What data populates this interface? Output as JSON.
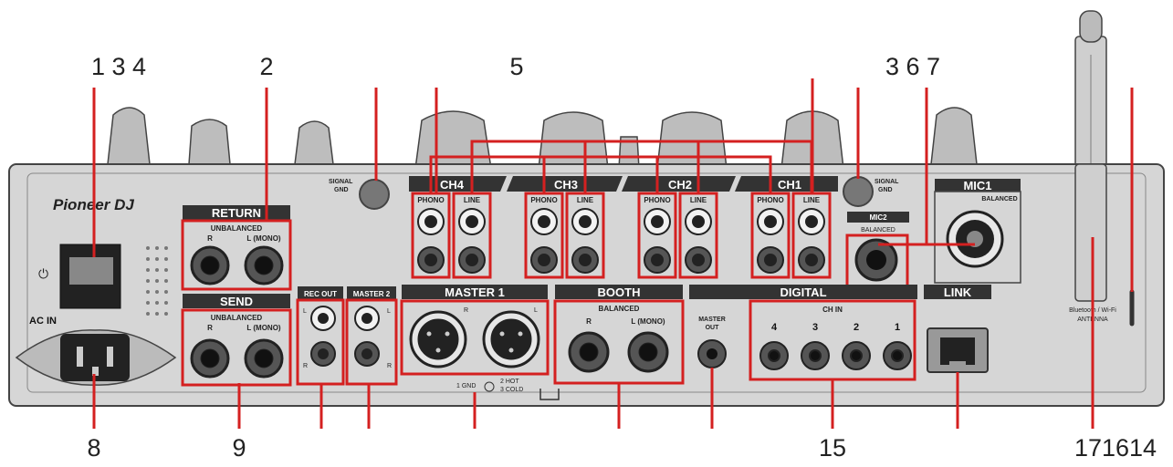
{
  "brand": "Pioneer DJ",
  "callouts_top": [
    "1 3 4",
    "2",
    "5",
    "3 6 7"
  ],
  "callouts_bottom": [
    "8",
    "9",
    "15",
    "171614"
  ],
  "signal_gnd": [
    "SIGNAL",
    "GND"
  ],
  "sections": {
    "return": "RETURN",
    "send": "SEND",
    "rec_out": "REC OUT",
    "master2": "MASTER 2",
    "master1": "MASTER 1",
    "booth": "BOOTH",
    "digital": "DIGITAL",
    "link": "LINK",
    "mic1": "MIC1",
    "mic2": "MIC2",
    "ac_in": "AC IN"
  },
  "channels": [
    "CH4",
    "CH3",
    "CH2",
    "CH1"
  ],
  "jack_labels": {
    "phono": "PHONO",
    "line": "LINE"
  },
  "unbalanced": "UNBALANCED",
  "balanced": "BALANCED",
  "ch_labels": {
    "r": "R",
    "l_mono": "L (MONO)",
    "l": "L"
  },
  "digital": {
    "master_out": [
      "MASTER",
      "OUT"
    ],
    "ch_in": "CH IN",
    "ch_numbers": [
      "4",
      "3",
      "2",
      "1"
    ]
  },
  "xlr_pins": [
    "1 GND",
    "2 HOT",
    "3 COLD"
  ],
  "antenna": [
    "Bluetooth / Wi-Fi",
    "ANTENNA"
  ],
  "power_symbol": "⏻",
  "colors": {
    "highlight": "#d42020",
    "panel": "#d6d6d6",
    "dark": "#333333"
  }
}
